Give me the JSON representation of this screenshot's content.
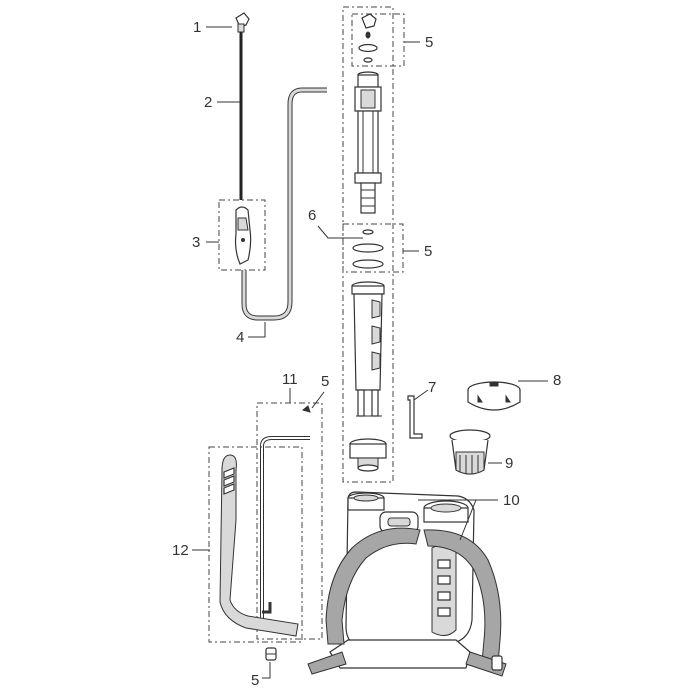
{
  "callouts": {
    "c1": "1",
    "c2": "2",
    "c3": "3",
    "c4": "4",
    "c5_top": "5",
    "c5_mid": "5",
    "c5_wand": "5",
    "c5_bottom": "5",
    "c6": "6",
    "c7": "7",
    "c8": "8",
    "c9": "9",
    "c10": "10",
    "c11": "11",
    "c12": "12"
  },
  "colors": {
    "line": "#333333",
    "strap": "#a6a6a6",
    "tube": "#d9d9d9",
    "background": "#ffffff"
  }
}
